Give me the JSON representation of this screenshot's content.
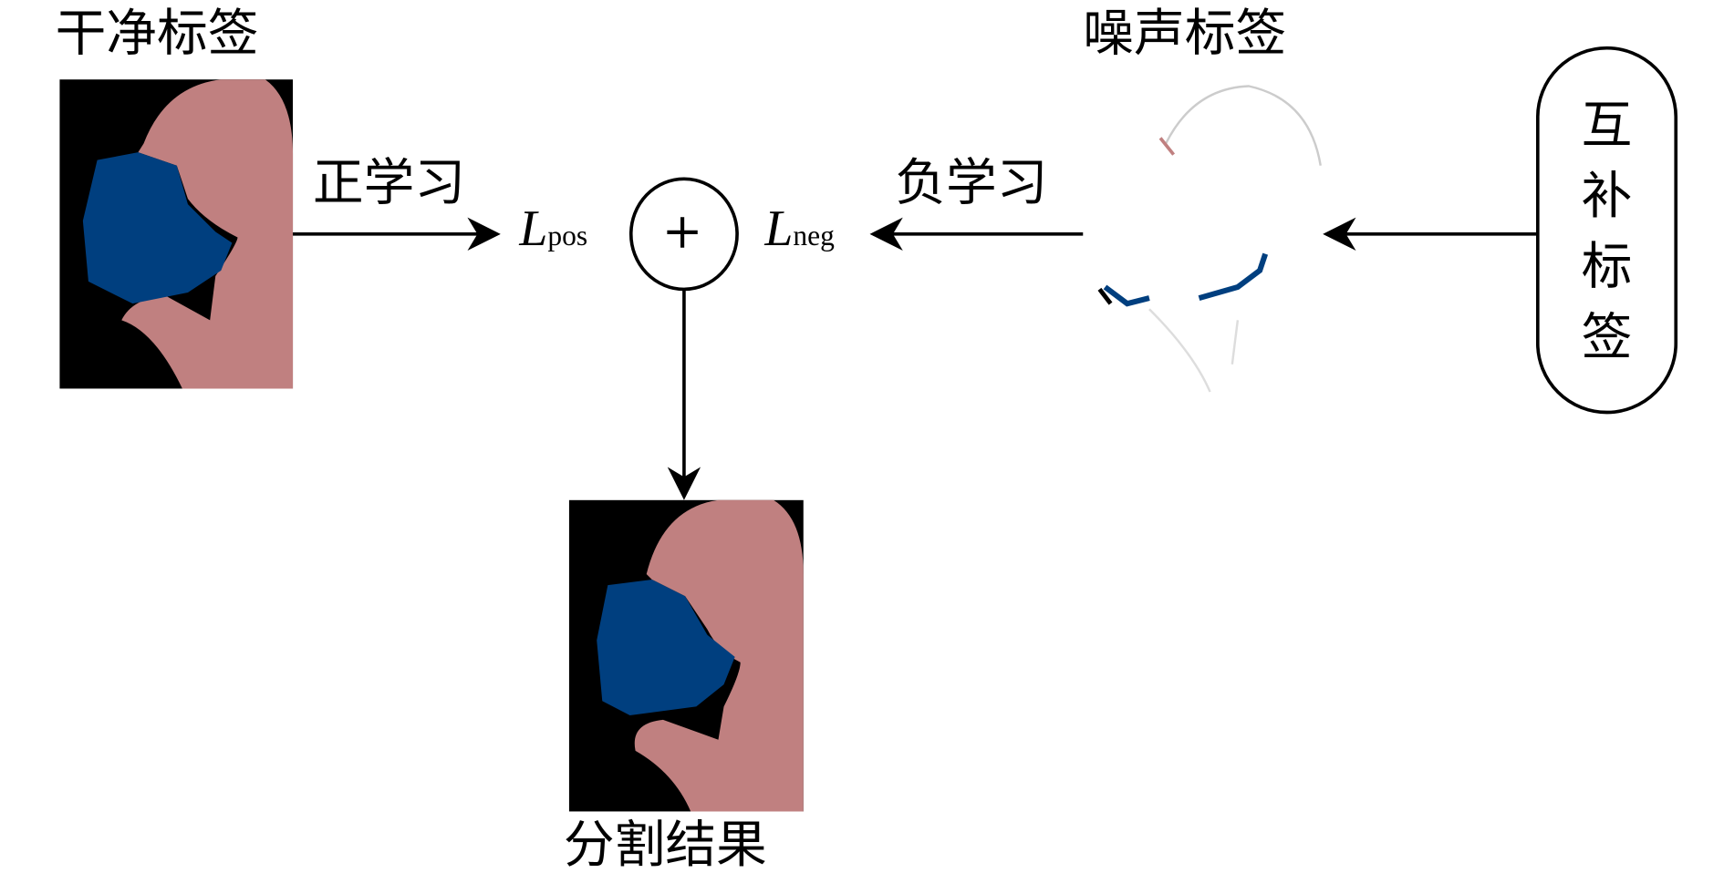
{
  "labels": {
    "clean_label": "干净标签",
    "noisy_label": "噪声标签",
    "positive_learning": "正学习",
    "negative_learning": "负学习",
    "complementary_label": [
      "互",
      "补",
      "标",
      "签"
    ],
    "segmentation_result": "分割结果",
    "loss_pos": {
      "symbol": "L",
      "subscript": "pos"
    },
    "loss_neg": {
      "symbol": "L",
      "subscript": "neg"
    },
    "sum_operator": "+"
  },
  "colors": {
    "pink": "#c08080",
    "blue": "#003f7f",
    "black": "#000000"
  }
}
